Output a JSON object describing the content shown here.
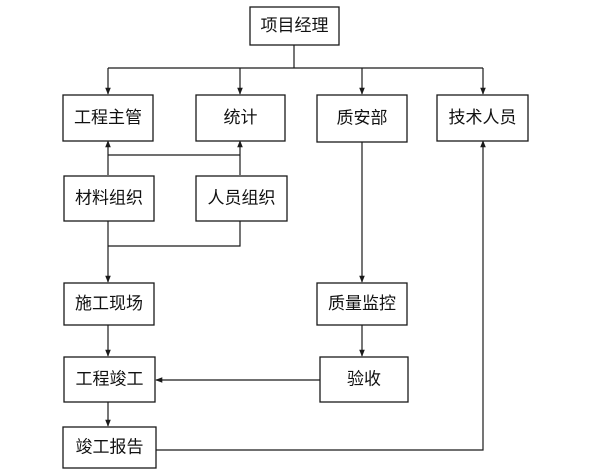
{
  "diagram": {
    "nodes": {
      "manager": "项目经理",
      "eng_supervisor": "工程主管",
      "statistics": "统计",
      "quality_safety": "质安部",
      "technical_staff": "技术人员",
      "material_org": "材料组织",
      "personnel_org": "人员组织",
      "construction_site": "施工现场",
      "quality_monitoring": "质量监控",
      "completion": "工程竣工",
      "acceptance": "验收",
      "completion_report": "竣工报告"
    },
    "edges": [
      {
        "from": "manager",
        "to": "eng_supervisor",
        "directed": true
      },
      {
        "from": "manager",
        "to": "statistics",
        "directed": true
      },
      {
        "from": "manager",
        "to": "quality_safety",
        "directed": true
      },
      {
        "from": "manager",
        "to": "technical_staff",
        "directed": true
      },
      {
        "from": "eng_supervisor",
        "to": "statistics",
        "directed": false
      },
      {
        "from": "material_org",
        "to": "eng_supervisor",
        "directed": true
      },
      {
        "from": "personnel_org",
        "to": "statistics",
        "directed": true
      },
      {
        "from": "material_org",
        "to": "construction_site",
        "directed": true
      },
      {
        "from": "personnel_org",
        "to": "construction_site",
        "directed": true
      },
      {
        "from": "quality_safety",
        "to": "quality_monitoring",
        "directed": true
      },
      {
        "from": "construction_site",
        "to": "completion",
        "directed": true
      },
      {
        "from": "quality_monitoring",
        "to": "acceptance",
        "directed": true
      },
      {
        "from": "acceptance",
        "to": "completion",
        "directed": true
      },
      {
        "from": "completion",
        "to": "completion_report",
        "directed": true
      },
      {
        "from": "completion_report",
        "to": "technical_staff",
        "directed": true
      }
    ]
  }
}
